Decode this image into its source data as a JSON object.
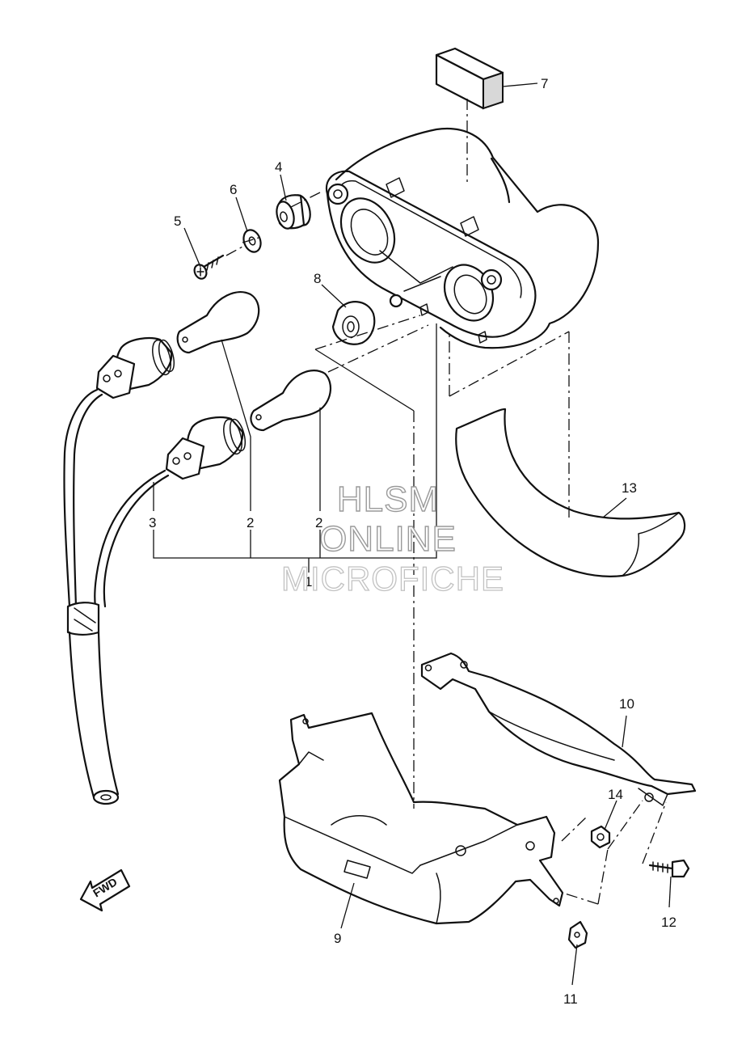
{
  "callouts": {
    "c1": "1",
    "c2a": "2",
    "c2b": "2",
    "c3": "3",
    "c4": "4",
    "c5": "5",
    "c6": "6",
    "c7": "7",
    "c8": "8",
    "c9": "9",
    "c10": "10",
    "c11": "11",
    "c12": "12",
    "c13": "13",
    "c14": "14"
  },
  "watermark": {
    "line1": "HLSM",
    "line2": "ONLINE",
    "line3": "MICROFICHE"
  },
  "direction_badge": "FWD",
  "icons": [
    "fwd-arrow-icon"
  ]
}
